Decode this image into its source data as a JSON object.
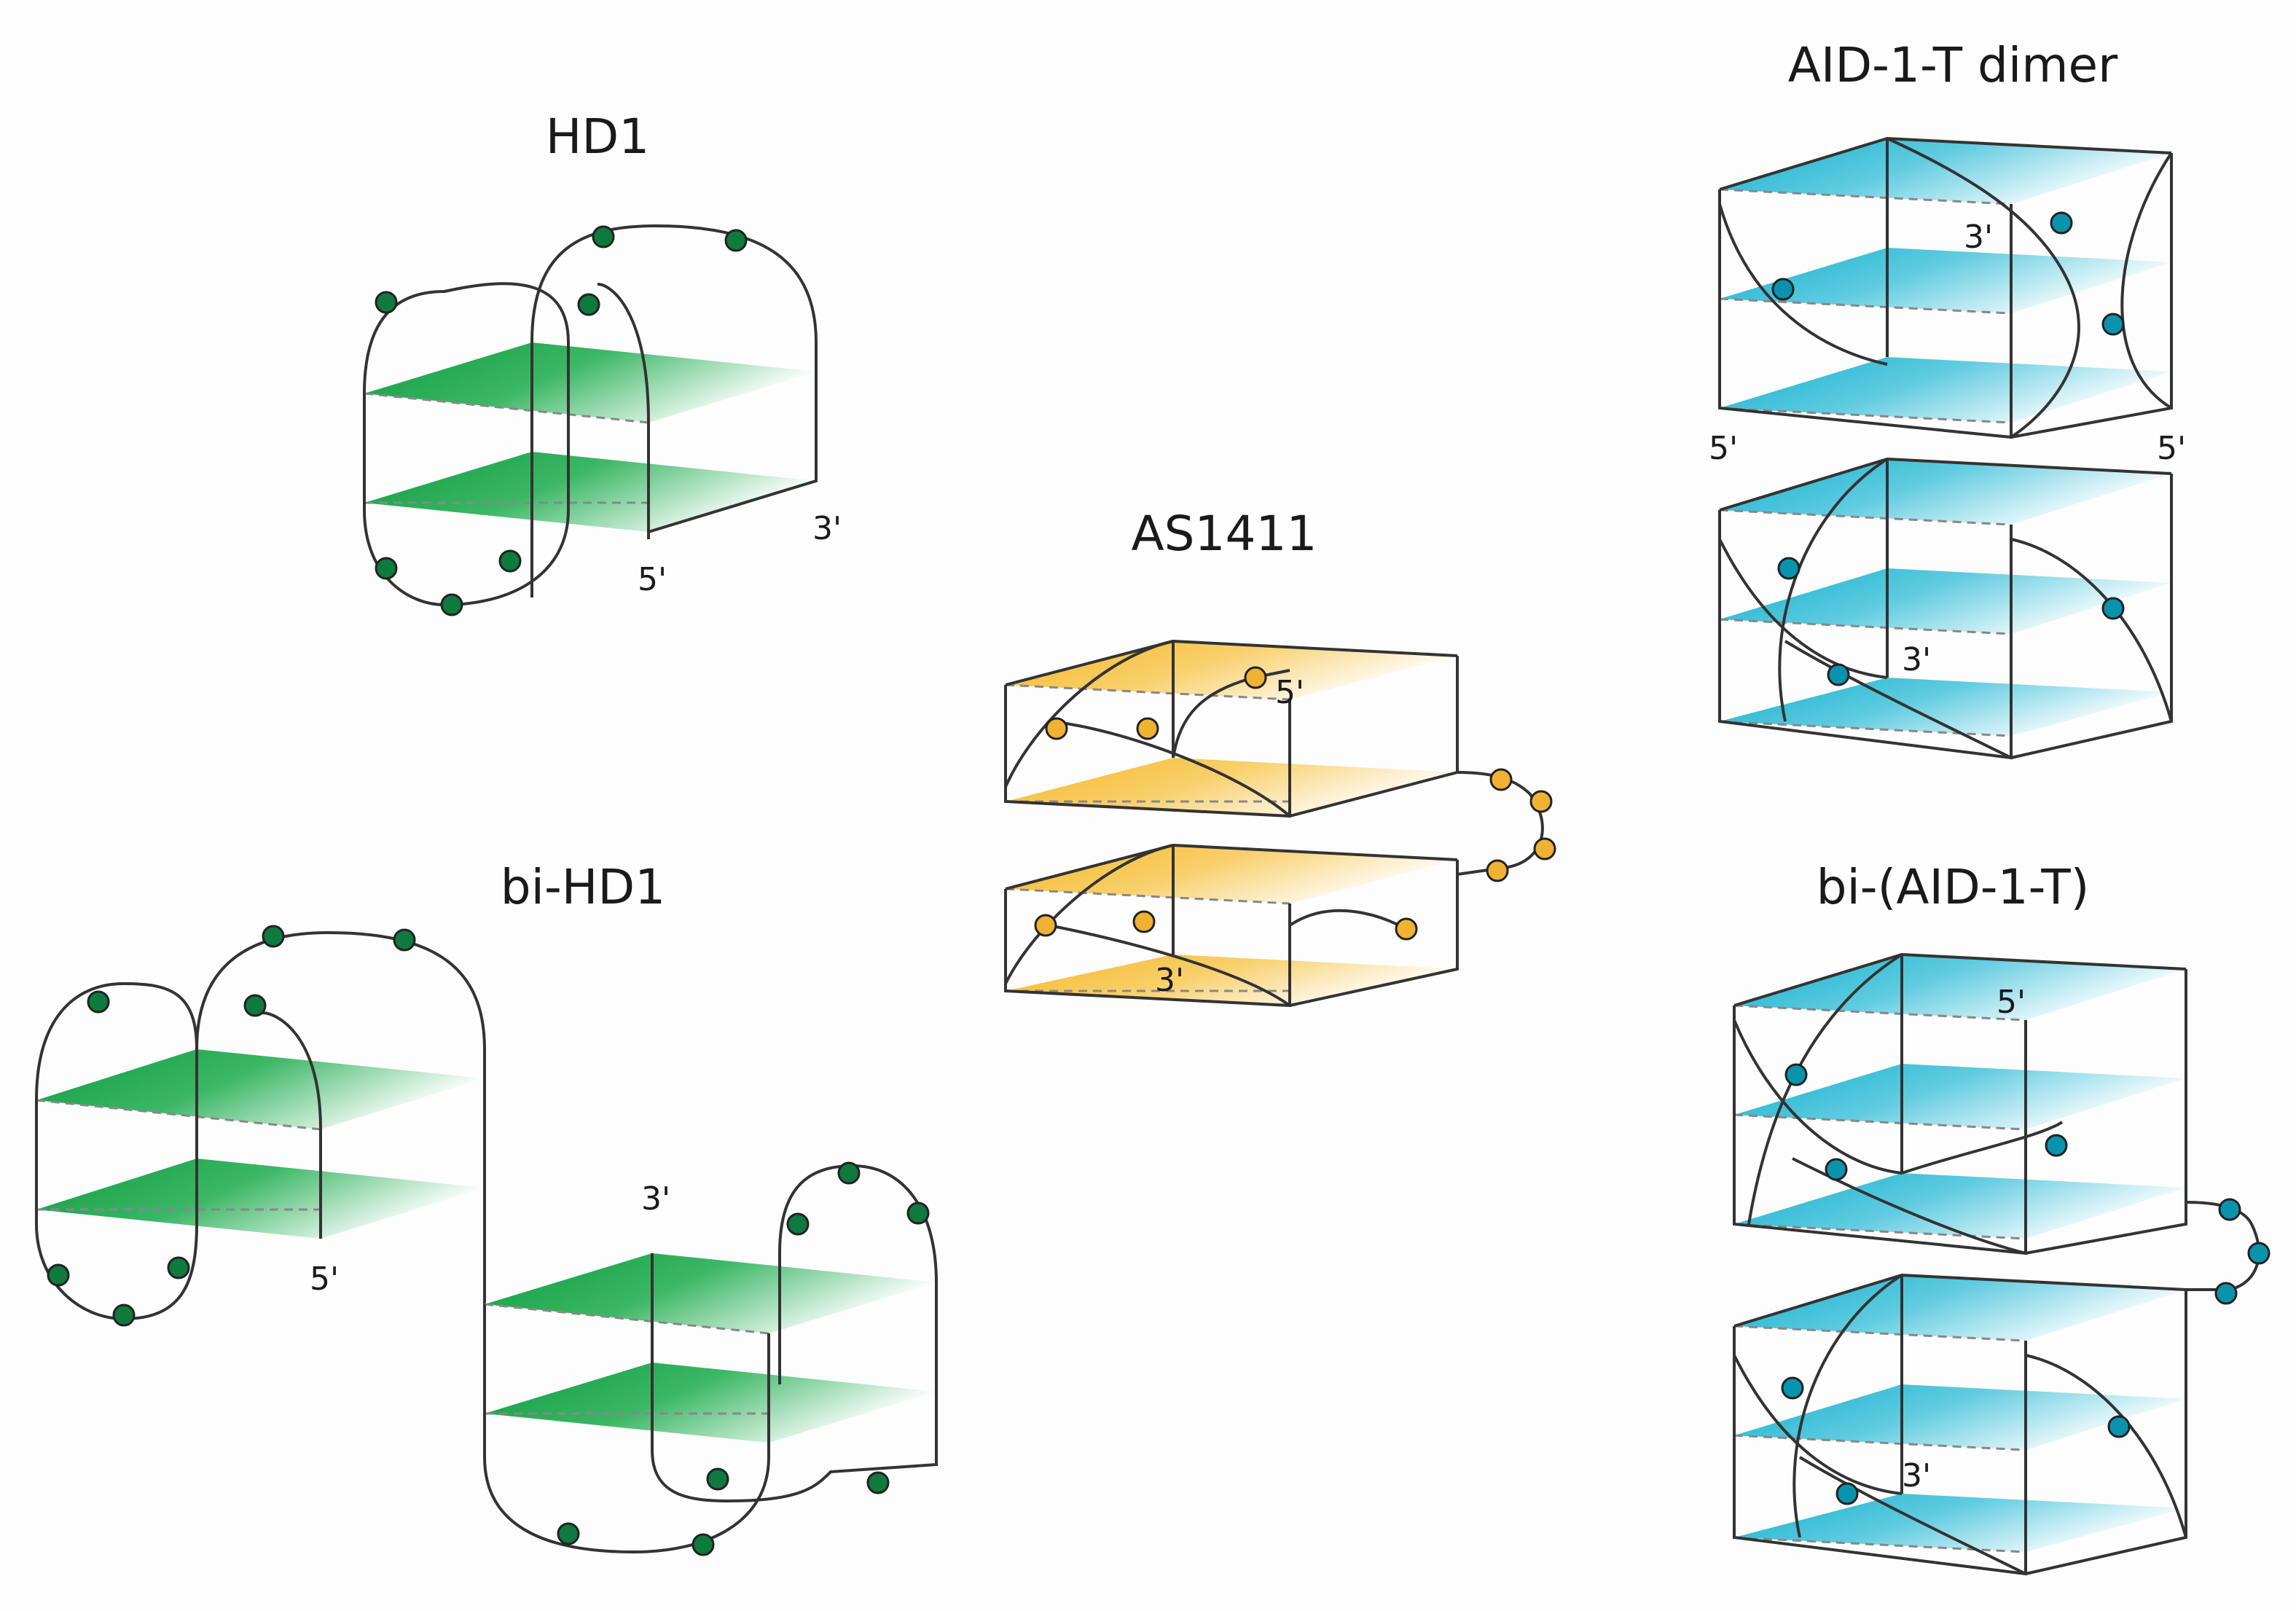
{
  "titles": {
    "hd1": "HD1",
    "bihd1": "bi-HD1",
    "as1411": "AS1411",
    "aid_dimer": "AID-1-T dimer",
    "bi_aid": "bi-(AID-1-T)"
  },
  "ends": {
    "hd1_5": "5'",
    "hd1_3": "3'",
    "bihd1_5": "5'",
    "bihd1_3": "3'",
    "as_5": "5'",
    "as_3": "3'",
    "dimer_top_3": "3'",
    "dimer_left_5": "5'",
    "dimer_right_5": "5'",
    "dimer_bottom_3": "3'",
    "bi_5": "5'",
    "bi_3": "3'"
  },
  "colors": {
    "green": "#0b9b3f",
    "orange": "#f4b824",
    "cyan": "#0fb0cc",
    "dot_green": "#0e7a3e",
    "dot_orange": "#f0b233",
    "dot_cyan": "#0a93ad"
  }
}
